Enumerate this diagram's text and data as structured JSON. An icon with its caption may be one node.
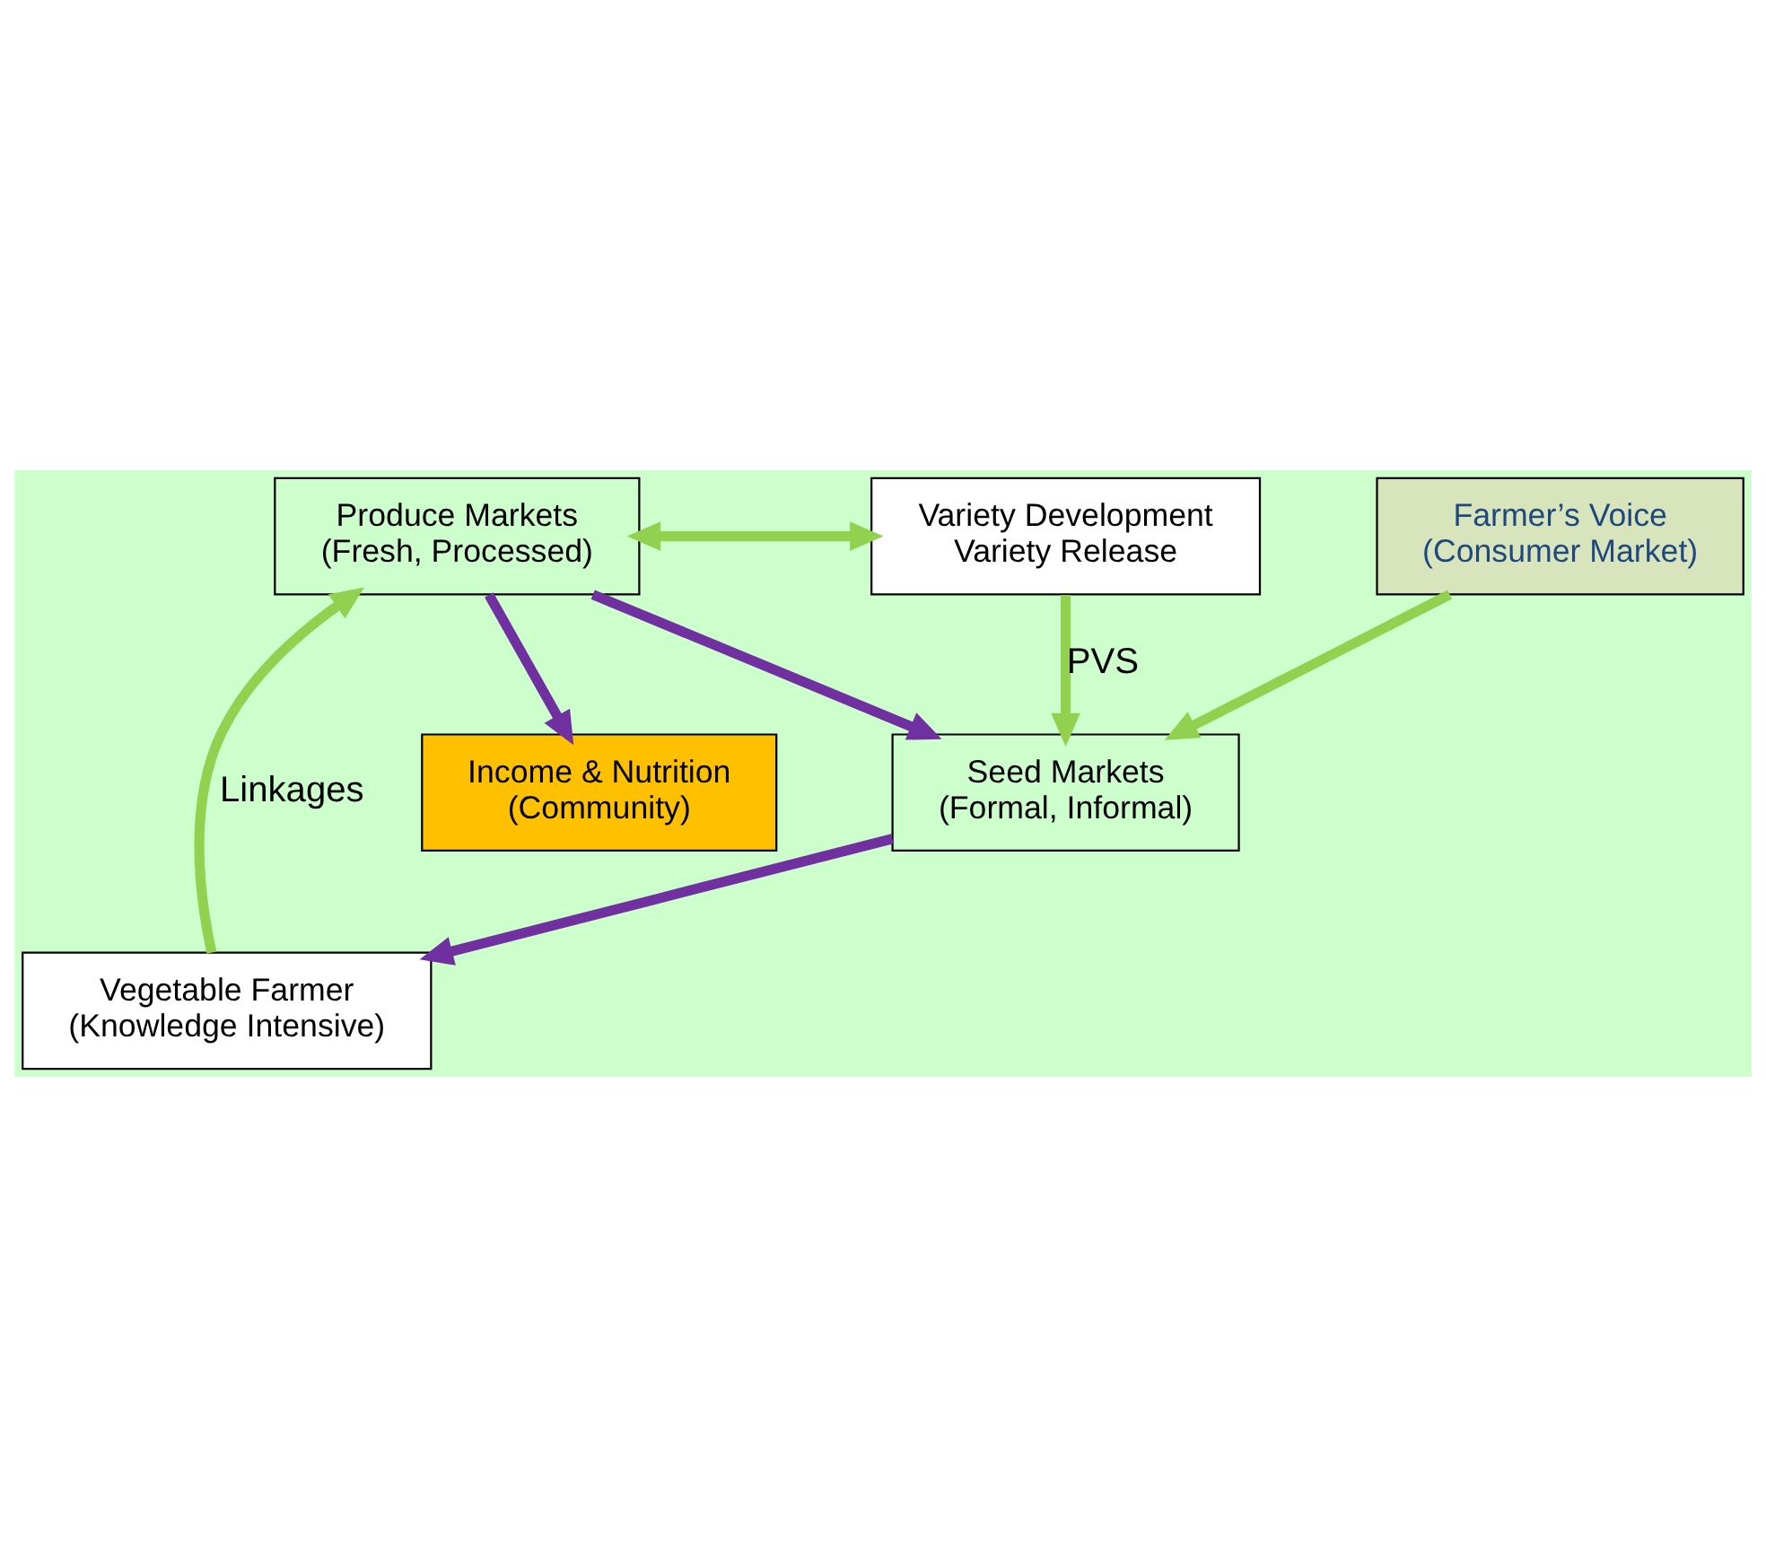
{
  "diagram": {
    "nodes": [
      {
        "text": [
          "Produce Markets",
          "(Fresh, Processed)"
        ]
      },
      {
        "text": [
          "Variety Development",
          "Variety Release"
        ]
      },
      {
        "text": [
          "Farmer’s Voice",
          "(Consumer Market)"
        ]
      },
      {
        "text": [
          "Vegetable Farmer",
          "(Knowledge Intensive)"
        ]
      },
      {
        "text": [
          "Income & Nutrition",
          "(Community)"
        ]
      },
      {
        "text": [
          "Seed Markets",
          "(Formal, Informal)"
        ]
      }
    ],
    "edges": [
      {
        "from": 0,
        "to": 1,
        "arrow": "both",
        "color": "#92d050"
      },
      {
        "from": 1,
        "to": 5,
        "arrow": "to",
        "label": "PVS",
        "color": "#92d050"
      },
      {
        "from": 2,
        "to": 5,
        "arrow": "to",
        "color": "#92d050"
      },
      {
        "from": 5,
        "to": 3,
        "arrow": "to",
        "color": "#7030a0"
      },
      {
        "from": 3,
        "to": 0,
        "arrow": "to",
        "label": "Linkages",
        "color": "#92d050"
      },
      {
        "from": 0,
        "to": 4,
        "arrow": "to",
        "color": "#7030a0"
      },
      {
        "from": 0,
        "to": 5,
        "arrow": "to",
        "color": "#7030a0"
      }
    ]
  }
}
